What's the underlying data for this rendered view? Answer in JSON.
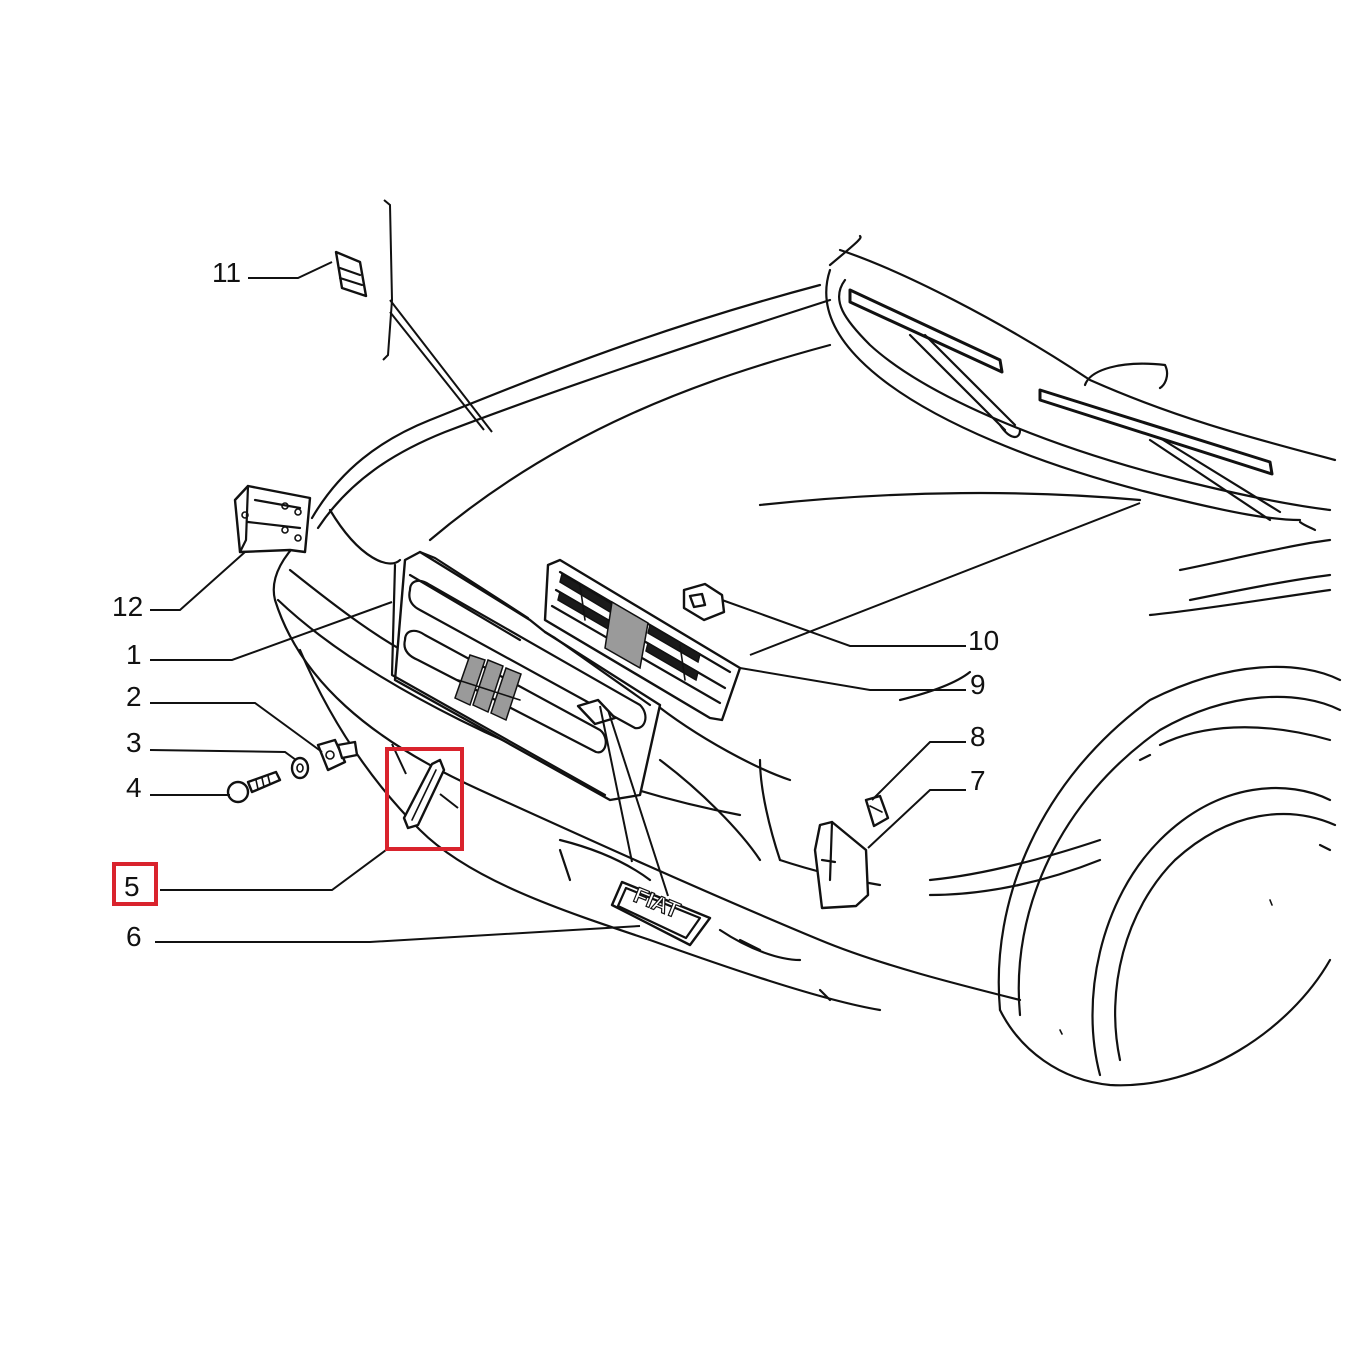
{
  "highlight_color": "#d9232d",
  "callouts": [
    {
      "id": "1",
      "text": "1"
    },
    {
      "id": "2",
      "text": "2"
    },
    {
      "id": "3",
      "text": "3"
    },
    {
      "id": "4",
      "text": "4"
    },
    {
      "id": "5",
      "text": "5"
    },
    {
      "id": "6",
      "text": "6"
    },
    {
      "id": "7",
      "text": "7"
    },
    {
      "id": "8",
      "text": "8"
    },
    {
      "id": "9",
      "text": "9"
    },
    {
      "id": "10",
      "text": "10"
    },
    {
      "id": "11",
      "text": "11"
    },
    {
      "id": "12",
      "text": "12"
    }
  ],
  "badge_text": "FIAT",
  "highlighted_part": "5"
}
